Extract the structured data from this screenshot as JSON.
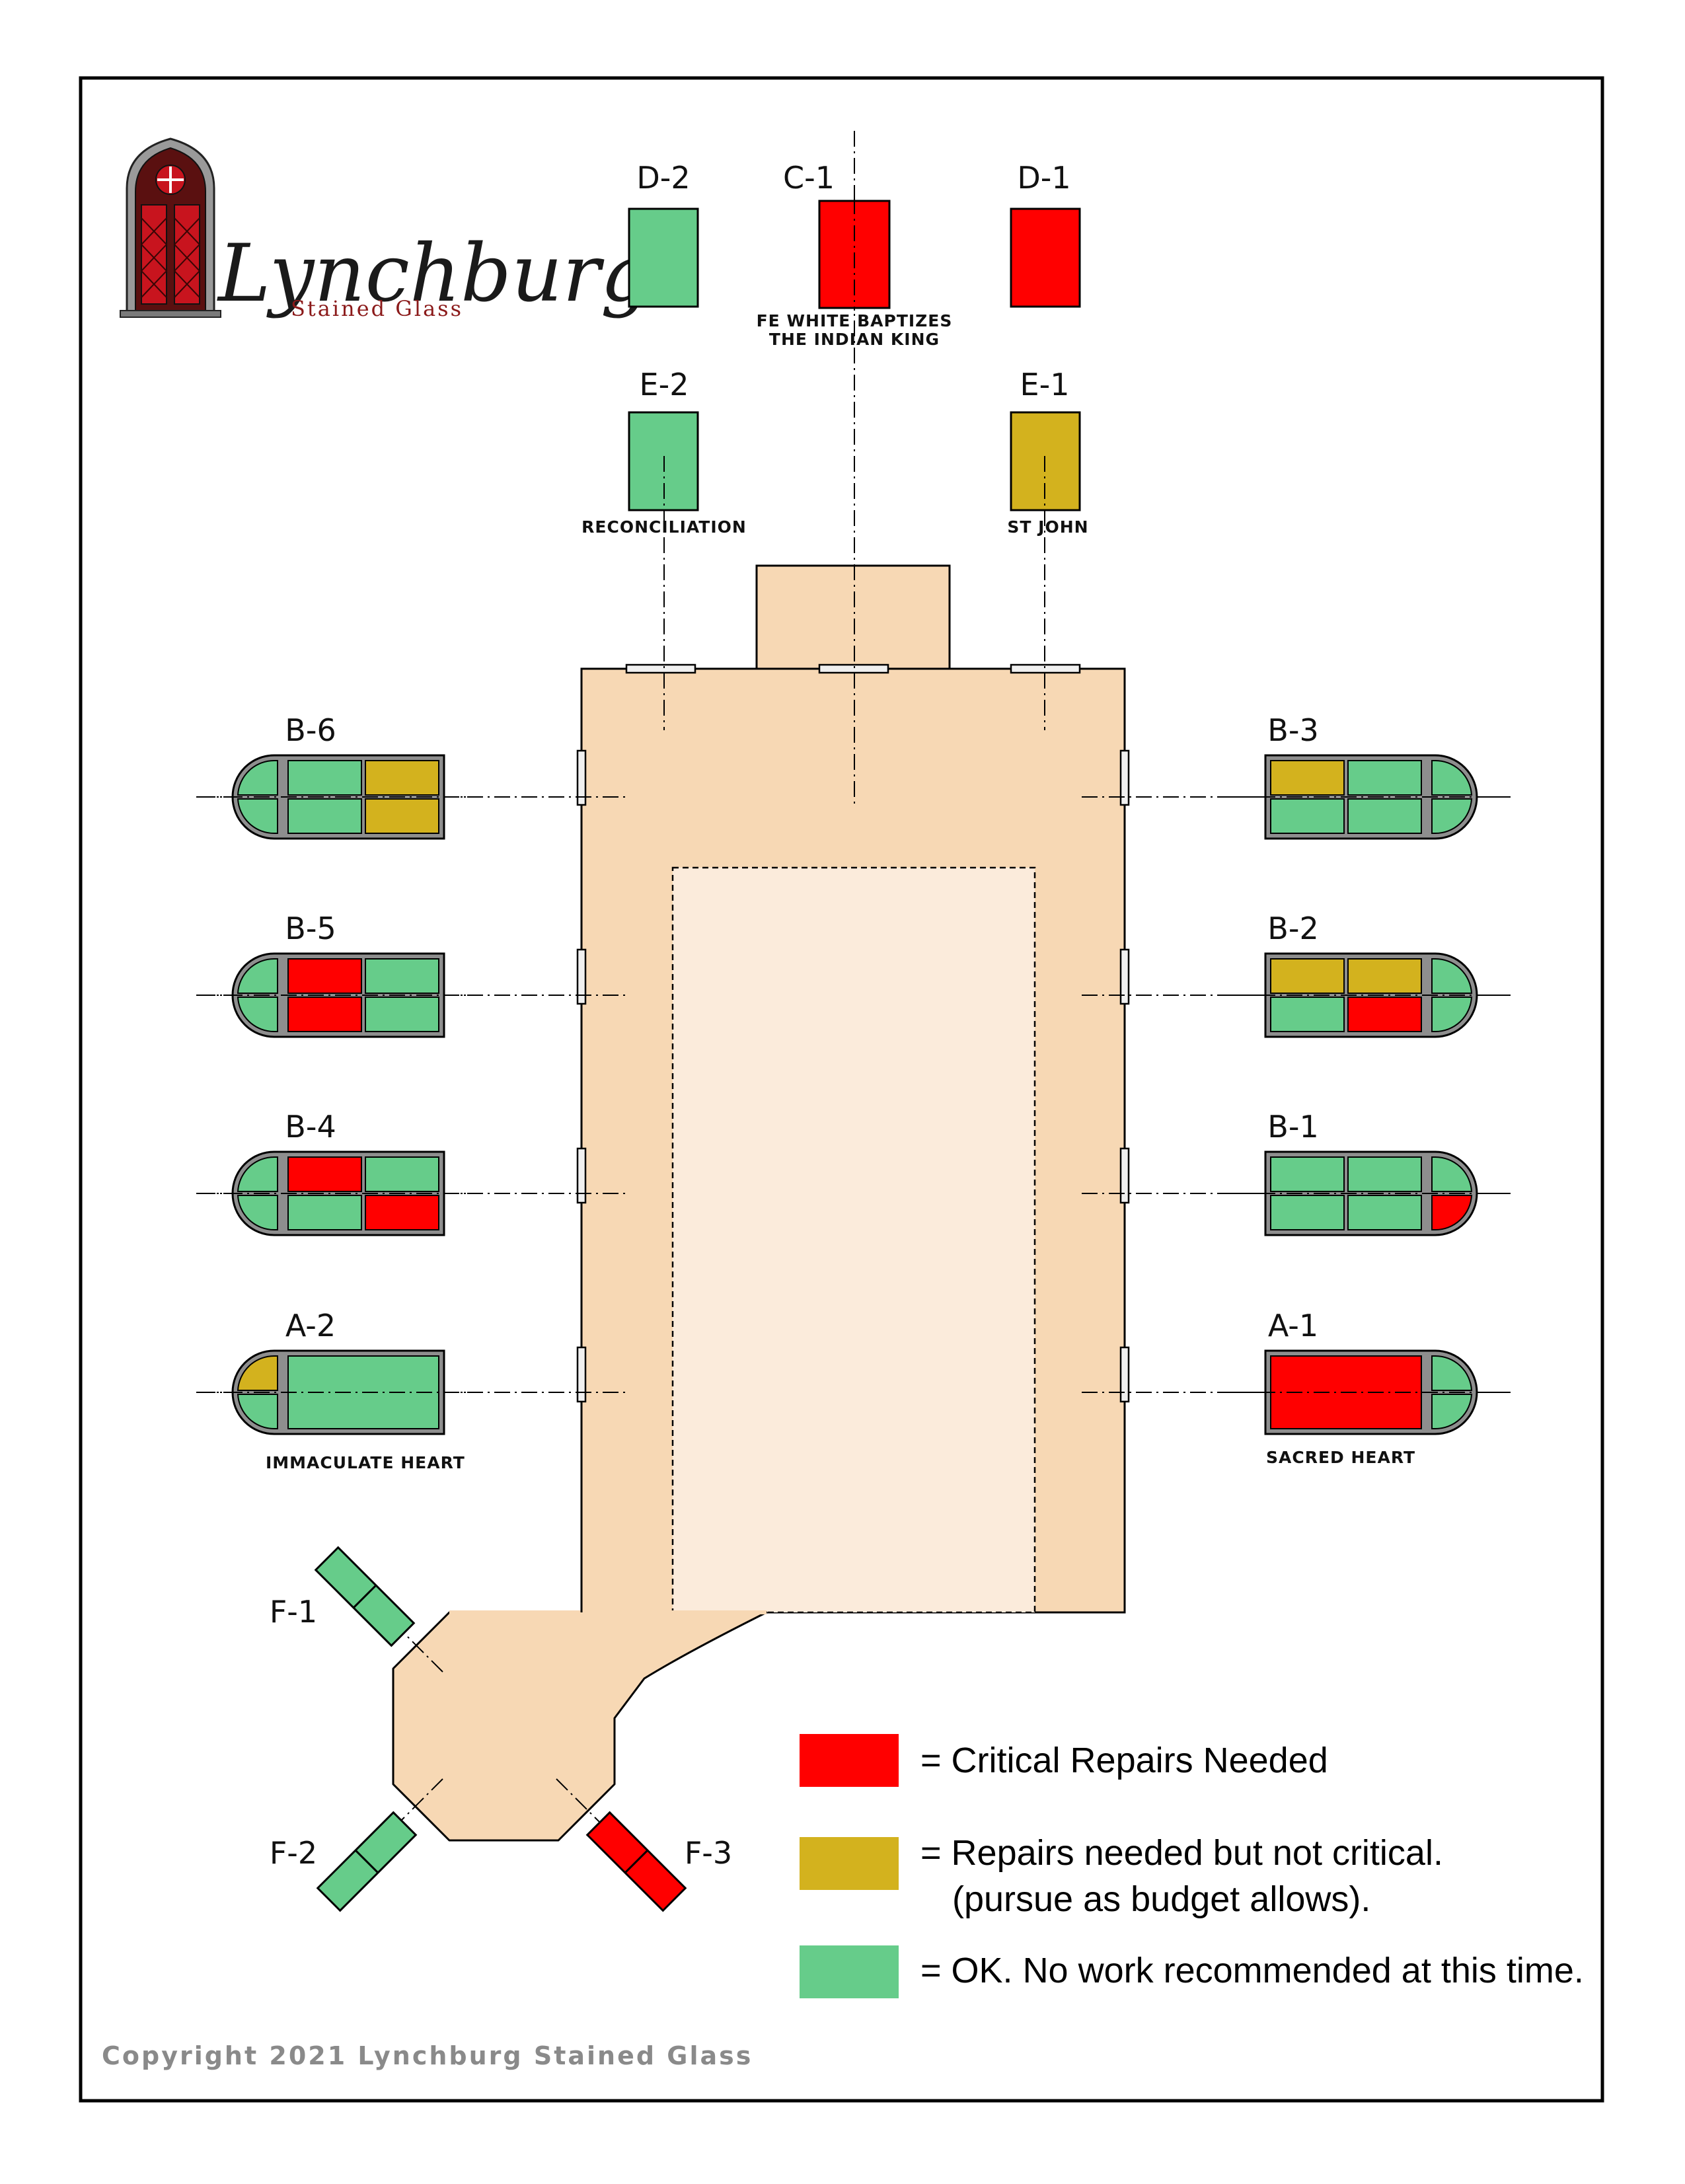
{
  "brand": {
    "name": "Lynchburg",
    "sub": "Stained Glass"
  },
  "copyright": "Copyright 2021 Lynchburg Stained Glass",
  "colors": {
    "critical": "#ff0000",
    "repairs": "#d3b21e",
    "ok": "#66cc8a",
    "building": "#f7d8b4",
    "nave_inner": "#fbebdb"
  },
  "windows": {
    "D2": {
      "label": "D-2",
      "status": "ok"
    },
    "C1": {
      "label": "C-1",
      "status": "critical",
      "caption1": "FE WHITE BAPTIZES",
      "caption2": "THE INDIAN KING"
    },
    "D1": {
      "label": "D-1",
      "status": "critical"
    },
    "E2": {
      "label": "E-2",
      "status": "ok",
      "caption": "RECONCILIATION"
    },
    "E1": {
      "label": "E-1",
      "status": "repairs",
      "caption": "ST JOHN"
    },
    "B6": {
      "label": "B-6",
      "panels": [
        "ok",
        "ok",
        "repairs",
        "ok",
        "ok",
        "repairs"
      ]
    },
    "B5": {
      "label": "B-5",
      "panels": [
        "ok",
        "critical",
        "ok",
        "ok",
        "critical",
        "ok"
      ]
    },
    "B4": {
      "label": "B-4",
      "panels": [
        "ok",
        "critical",
        "ok",
        "ok",
        "ok",
        "critical"
      ]
    },
    "A2": {
      "label": "A-2",
      "panels": [
        "repairs",
        "ok",
        "ok"
      ],
      "caption": "IMMACULATE HEART"
    },
    "B3": {
      "label": "B-3",
      "panels": [
        "repairs",
        "ok",
        "ok",
        "ok",
        "ok",
        "ok"
      ]
    },
    "B2": {
      "label": "B-2",
      "panels": [
        "repairs",
        "repairs",
        "ok",
        "ok",
        "critical",
        "ok"
      ]
    },
    "B1": {
      "label": "B-1",
      "panels": [
        "ok",
        "ok",
        "ok",
        "ok",
        "ok",
        "critical"
      ]
    },
    "A1": {
      "label": "A-1",
      "panels": [
        "critical",
        "ok",
        "ok"
      ],
      "caption": "SACRED HEART"
    },
    "F1": {
      "label": "F-1",
      "status": "ok"
    },
    "F2": {
      "label": "F-2",
      "status": "ok"
    },
    "F3": {
      "label": "F-3",
      "status": "critical"
    }
  },
  "legend": [
    {
      "status": "critical",
      "text": "= Critical Repairs Needed",
      "text2": ""
    },
    {
      "status": "repairs",
      "text": "= Repairs needed but not critical.",
      "text2": "(pursue as budget allows)."
    },
    {
      "status": "ok",
      "text": "= OK. No work recommended at this time.",
      "text2": ""
    }
  ]
}
